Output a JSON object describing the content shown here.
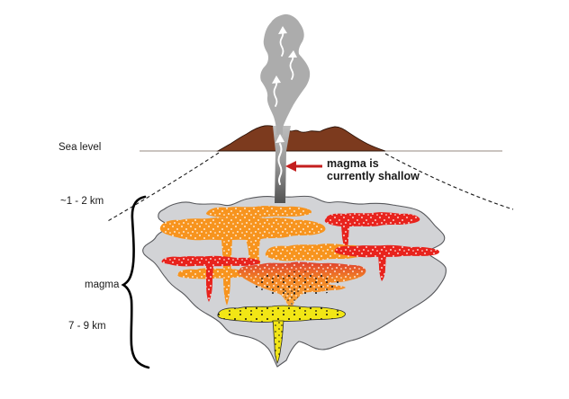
{
  "diagram_title": "volcano-magma-system-cross-section",
  "labels": {
    "sea_level": "Sea level",
    "depth_shallow": "~1 - 2 km",
    "magma": "magma",
    "depth_deep": "7 - 9 km"
  },
  "annotation": {
    "line1": "magma is",
    "line2": "currently shallow"
  },
  "icons": {
    "gas_rise_arrow": "white-wavy-up-arrow",
    "conduit_flow_arrow": "white-wavy-up-arrow",
    "shallow_magma_pointer": "red-left-arrow",
    "magma_depth_brace": "curly-brace-left"
  },
  "colors": {
    "plume": "#ACACAC",
    "volcano": "#7C3A1E",
    "chamber": "#D2D3D6",
    "chamber_outline": "#56575B",
    "sill_orange": "#F7941E",
    "sill_red": "#E8231D",
    "sill_yellow": "#F2E615",
    "body_top_red": "#E04330",
    "body_mid_orange": "#F28424",
    "body_bottom_orange": "#F9A93E",
    "annotation_red": "#C41E1E",
    "sea_line": "#958A80",
    "label_text": "#1A1A1A"
  }
}
